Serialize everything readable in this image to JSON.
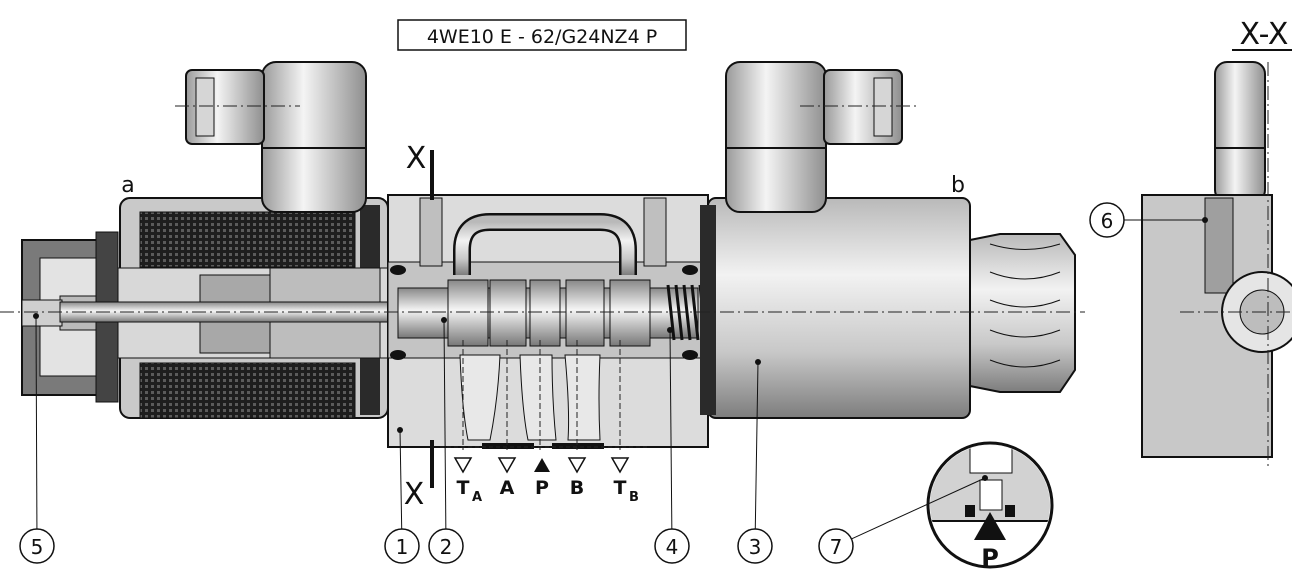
{
  "model_label": "4WE10 E - 62/G24NZ4 P",
  "section_label": "X-X",
  "section_mark": "X",
  "side_labels": {
    "a": "a",
    "b": "b"
  },
  "ports": [
    {
      "id": "TA",
      "main": "T",
      "sub": "A",
      "symbol": "open"
    },
    {
      "id": "A",
      "main": "A",
      "sub": "",
      "symbol": "open"
    },
    {
      "id": "P",
      "main": "P",
      "sub": "",
      "symbol": "filled"
    },
    {
      "id": "B",
      "main": "B",
      "sub": "",
      "symbol": "open"
    },
    {
      "id": "TB",
      "main": "T",
      "sub": "B",
      "symbol": "open"
    }
  ],
  "callouts": [
    "1",
    "2",
    "3",
    "4",
    "5",
    "6",
    "7"
  ],
  "detail_port_label": "P",
  "colors": {
    "line": "#111111",
    "body": "#d9d9d9",
    "body_dark": "#8c8c8c",
    "coil": "#222222"
  }
}
